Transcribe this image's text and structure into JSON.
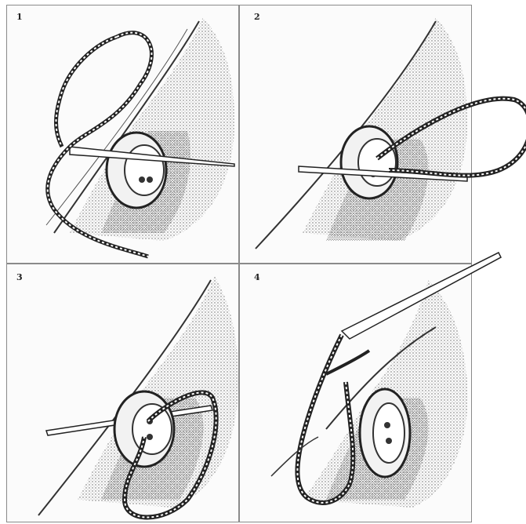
{
  "panels": [
    {
      "step": "1"
    },
    {
      "step": "2"
    },
    {
      "step": "3"
    },
    {
      "step": "4"
    }
  ]
}
